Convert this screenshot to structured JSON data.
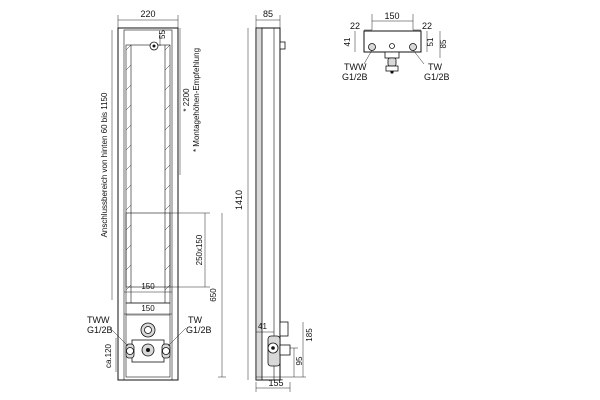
{
  "front_view": {
    "width_top": "220",
    "offset_top": "55",
    "height_note": "* 2200",
    "mount_note": "* Montagehöhen-Empfehlung",
    "connection_range": "Anschlussbereich von hinten  60 bis 1150",
    "opening": "250x150",
    "width_bottom_1": "150",
    "width_bottom_2": "150",
    "height_650": "650",
    "tww_label": "TWW",
    "tww_thread": "G1/2B",
    "tw_label": "TW",
    "tw_thread": "G1/2B",
    "ca_120": "ca.120"
  },
  "side_view": {
    "depth_top": "85",
    "height_1410": "1410",
    "dim_41": "41",
    "dim_185": "185",
    "dim_95": "95",
    "dim_155": "155"
  },
  "top_view": {
    "dim_150": "150",
    "dim_22_left": "22",
    "dim_22_right": "22",
    "dim_41": "41",
    "dim_51": "51",
    "dim_85": "85",
    "tww_label": "TWW",
    "tww_thread": "G1/2B",
    "tw_label": "TW",
    "tw_thread": "G1/2B"
  }
}
